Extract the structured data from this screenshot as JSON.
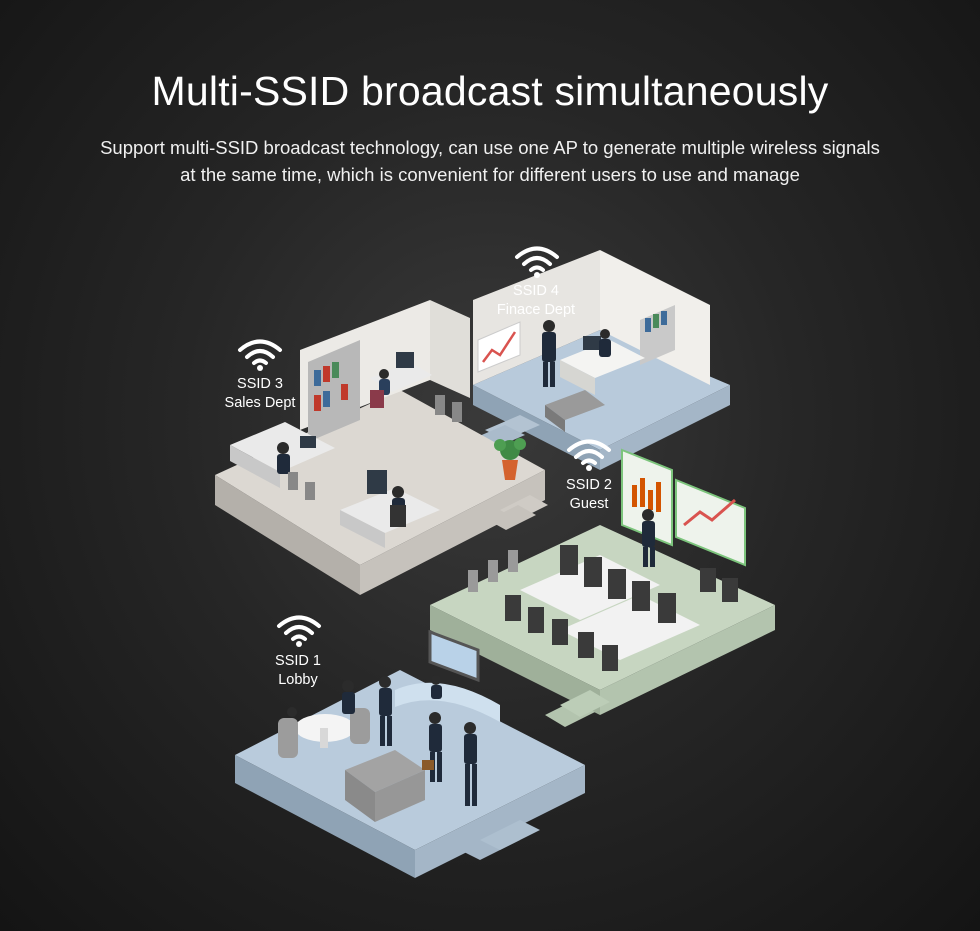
{
  "heading": {
    "title": "Multi-SSID broadcast simultaneously",
    "subtitle_line1": "Support multi-SSID broadcast technology, can use one AP to generate multiple wireless signals",
    "subtitle_line2": "at the same time, which is convenient for different users to use and manage"
  },
  "zones": [
    {
      "ssid": "SSID 4",
      "name": "Finace Dept",
      "icon": "wifi-icon"
    },
    {
      "ssid": "SSID 3",
      "name": "Sales Dept",
      "icon": "wifi-icon"
    },
    {
      "ssid": "SSID 2",
      "name": "Guest",
      "icon": "wifi-icon"
    },
    {
      "ssid": "SSID 1",
      "name": "Lobby",
      "icon": "wifi-icon"
    }
  ],
  "colors": {
    "background": "#262626",
    "floor_office": "#d9d6d0",
    "floor_blue": "#b9cbdc",
    "floor_green": "#c9d8c4",
    "wall": "#eceae6"
  }
}
